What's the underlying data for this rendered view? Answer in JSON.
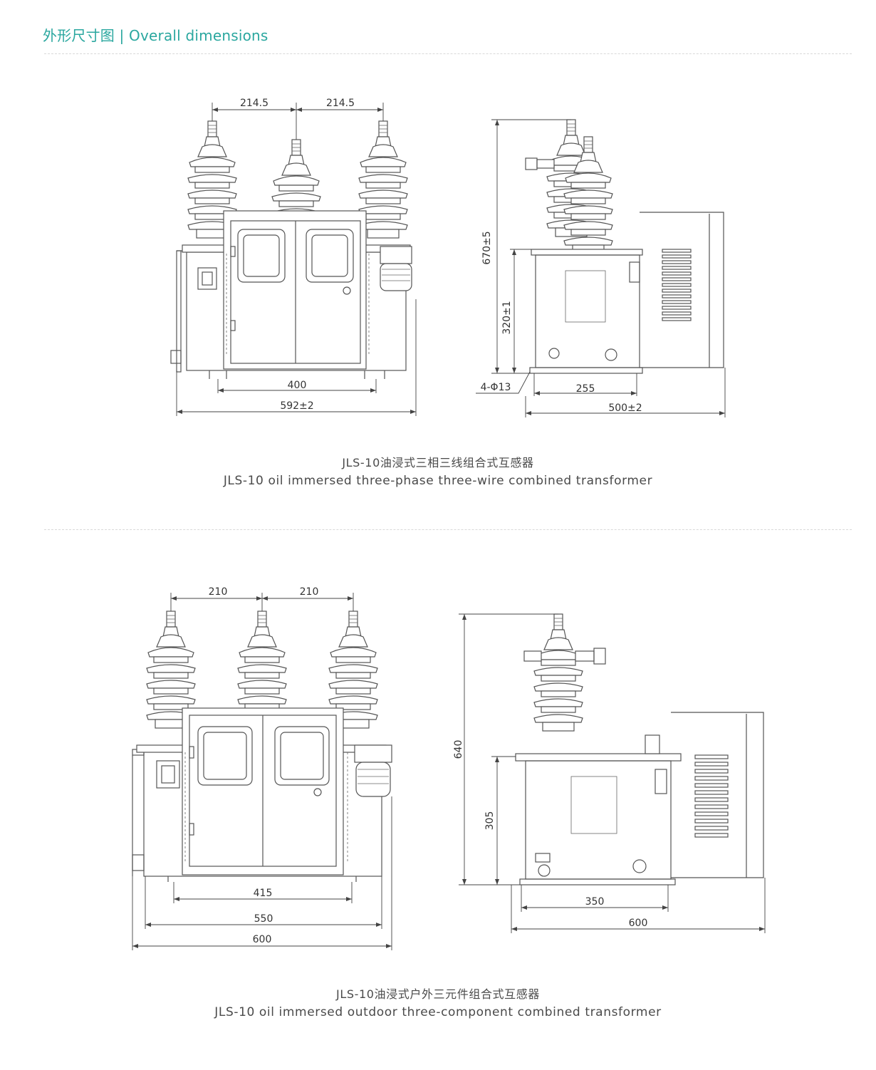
{
  "header": {
    "title": "外形尺寸图 | Overall dimensions",
    "accent_color": "#2aa79f"
  },
  "figures": [
    {
      "caption_cn": "JLS-10油浸式三相三线组合式互感器",
      "caption_en": "JLS-10 oil immersed three-phase three-wire combined transformer",
      "dims": {
        "spacing_left": "214.5",
        "spacing_right": "214.5",
        "inner_width": "400",
        "total_width": "592±2",
        "height_total": "670±5",
        "height_base": "320±1",
        "holes": "4-Φ13",
        "side_inner": "255",
        "side_total": "500±2"
      }
    },
    {
      "caption_cn": "JLS-10油浸式户外三元件组合式互感器",
      "caption_en": "JLS-10 oil immersed outdoor three-component combined transformer",
      "dims": {
        "spacing_left": "210",
        "spacing_right": "210",
        "inner_width": "415",
        "mid_width": "550",
        "total_width": "600",
        "height_total": "640",
        "height_base": "305",
        "side_inner": "350",
        "side_total": "600"
      }
    }
  ]
}
